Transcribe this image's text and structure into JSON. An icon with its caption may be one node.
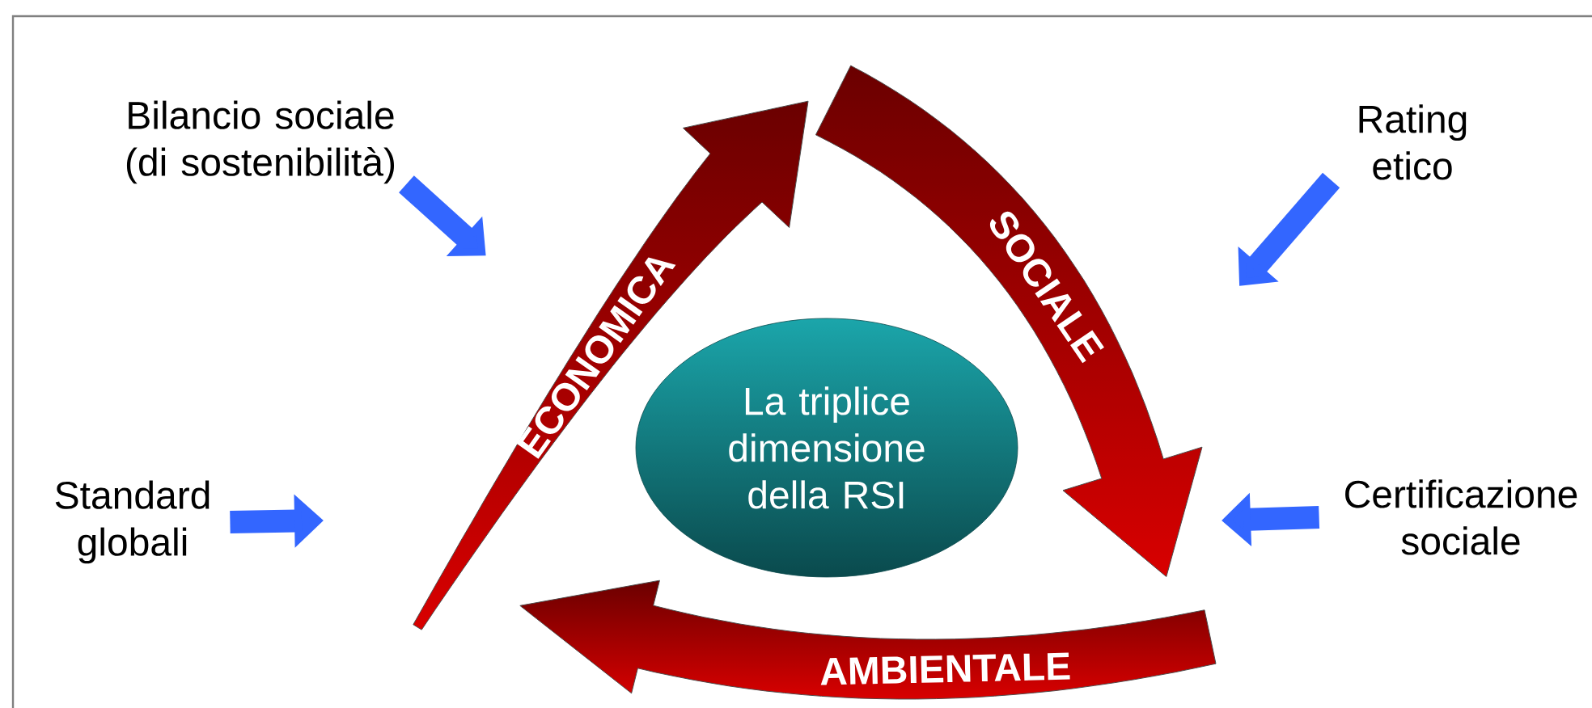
{
  "diagram": {
    "nodes": [
      {
        "text": [
          "Bilancio sociale (di sostenibilità)"
        ]
      },
      {
        "text": [
          "Rating etico"
        ]
      },
      {
        "text": [
          "Standard globali"
        ]
      },
      {
        "text": [
          "Certificazione sociale"
        ]
      },
      {
        "text": [
          "La triplice dimensione della RSI"
        ]
      },
      {
        "text": [
          "ECONOMICA"
        ]
      },
      {
        "text": [
          "SOCIALE"
        ]
      },
      {
        "text": [
          "AMBIENTALE"
        ]
      }
    ],
    "edges": [
      {
        "from": 0,
        "to": 5,
        "arrow": "to"
      },
      {
        "from": 1,
        "to": null,
        "arrow": "to"
      },
      {
        "from": 2,
        "to": null,
        "arrow": "to"
      },
      {
        "from": 3,
        "to": null,
        "arrow": "to"
      }
    ]
  }
}
